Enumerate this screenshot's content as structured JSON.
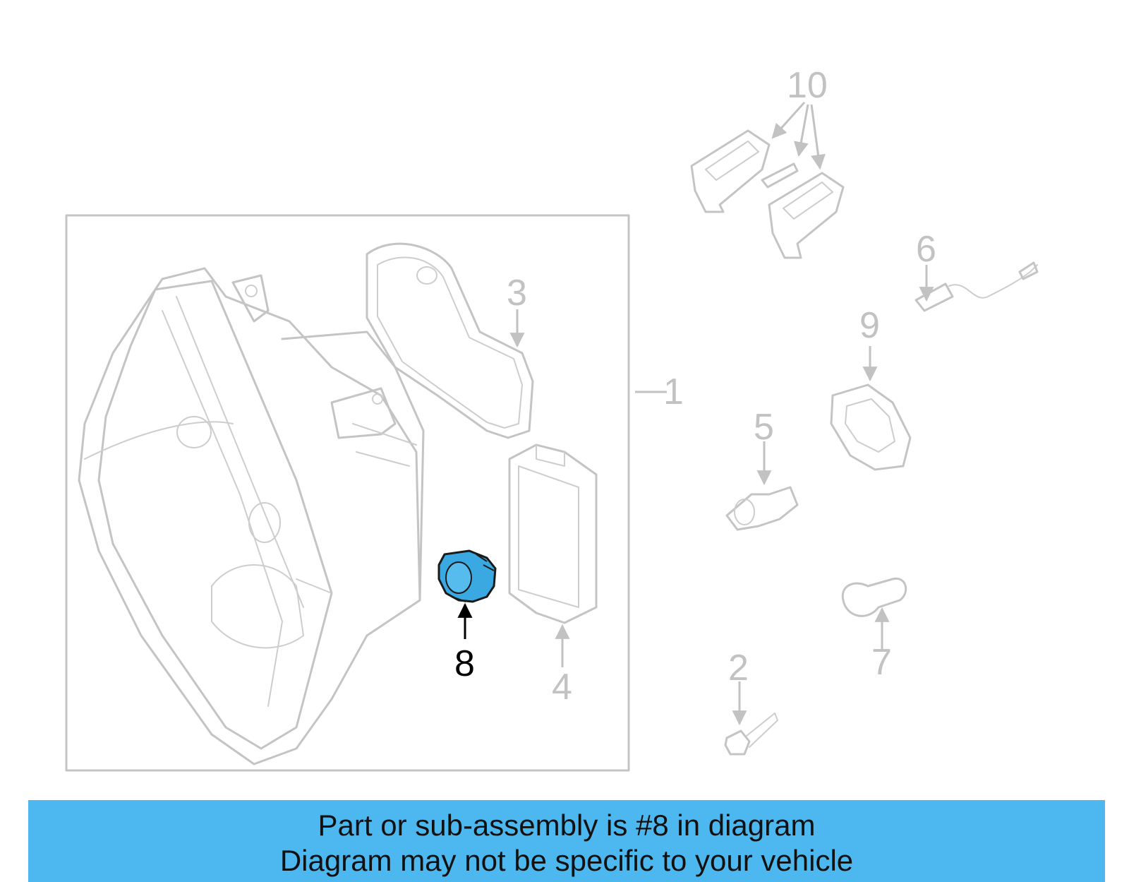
{
  "diagram": {
    "callouts": [
      {
        "label": "1"
      },
      {
        "label": "2"
      },
      {
        "label": "3"
      },
      {
        "label": "4"
      },
      {
        "label": "5"
      },
      {
        "label": "6"
      },
      {
        "label": "7"
      },
      {
        "label": "8"
      },
      {
        "label": "9"
      },
      {
        "label": "10"
      }
    ],
    "highlighted_part": "8",
    "colors": {
      "highlight_fill": "#3aa9e2",
      "line_gray": "#c4c4c4",
      "banner_bg": "#4db8f0"
    }
  },
  "banner": {
    "line1": "Part or sub-assembly is #8 in diagram",
    "line2": "Diagram may not be specific to your vehicle"
  }
}
